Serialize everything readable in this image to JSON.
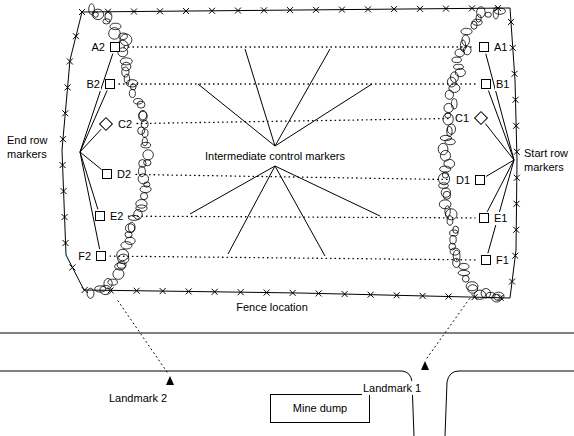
{
  "diagram": {
    "nodes": [
      {
        "text": [
          "A2"
        ]
      },
      {
        "text": [
          "A1"
        ]
      },
      {
        "text": [
          "B2"
        ]
      },
      {
        "text": [
          "B1"
        ]
      },
      {
        "text": [
          "C2"
        ]
      },
      {
        "text": [
          "C1"
        ]
      },
      {
        "text": [
          "D2"
        ]
      },
      {
        "text": [
          "D1"
        ]
      },
      {
        "text": [
          "E2"
        ]
      },
      {
        "text": [
          "E1"
        ]
      },
      {
        "text": [
          "F2"
        ]
      },
      {
        "text": [
          "F1"
        ]
      },
      {
        "text": [
          "Mine dump"
        ]
      }
    ],
    "edges": [
      {
        "from": 0,
        "to": 1,
        "arrow": "none"
      },
      {
        "from": 2,
        "to": 3,
        "arrow": "none"
      },
      {
        "from": 4,
        "to": 5,
        "arrow": "none"
      },
      {
        "from": 6,
        "to": 7,
        "arrow": "none"
      },
      {
        "from": 8,
        "to": 9,
        "arrow": "none"
      },
      {
        "from": 10,
        "to": 11,
        "arrow": "none"
      }
    ],
    "labels": [
      "End row markers",
      "Start row markers",
      "Intermediate control markers",
      "Fence location",
      "Landmark 1",
      "Landmark 2"
    ]
  }
}
